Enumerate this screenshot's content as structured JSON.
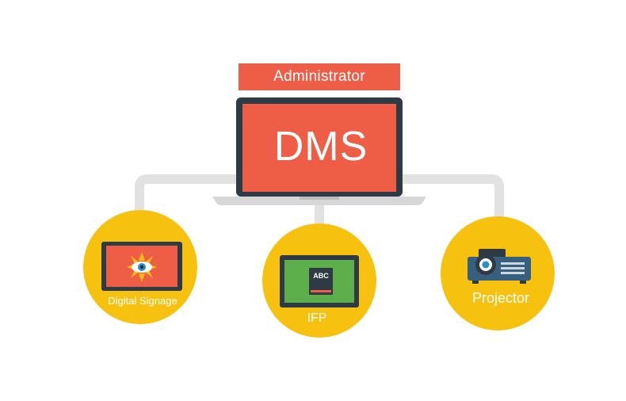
{
  "diagram": {
    "admin": {
      "label": "Administrator"
    },
    "server": {
      "label": "DMS"
    },
    "nodes": [
      {
        "label": "Digital Signage",
        "icon": "digital-signage-screen-icon"
      },
      {
        "label": "IFP",
        "icon": "interactive-flat-panel-icon",
        "screen_text": "ABC"
      },
      {
        "label": "Projector",
        "icon": "projector-icon"
      }
    ],
    "colors": {
      "accent_red": "#EE5E46",
      "node_yellow": "#F7C10F",
      "connector_gray": "#E2E2E2",
      "device_dark": "#2E3A44",
      "screen_green": "#5CAF4B",
      "projector_blue": "#37607E"
    }
  }
}
